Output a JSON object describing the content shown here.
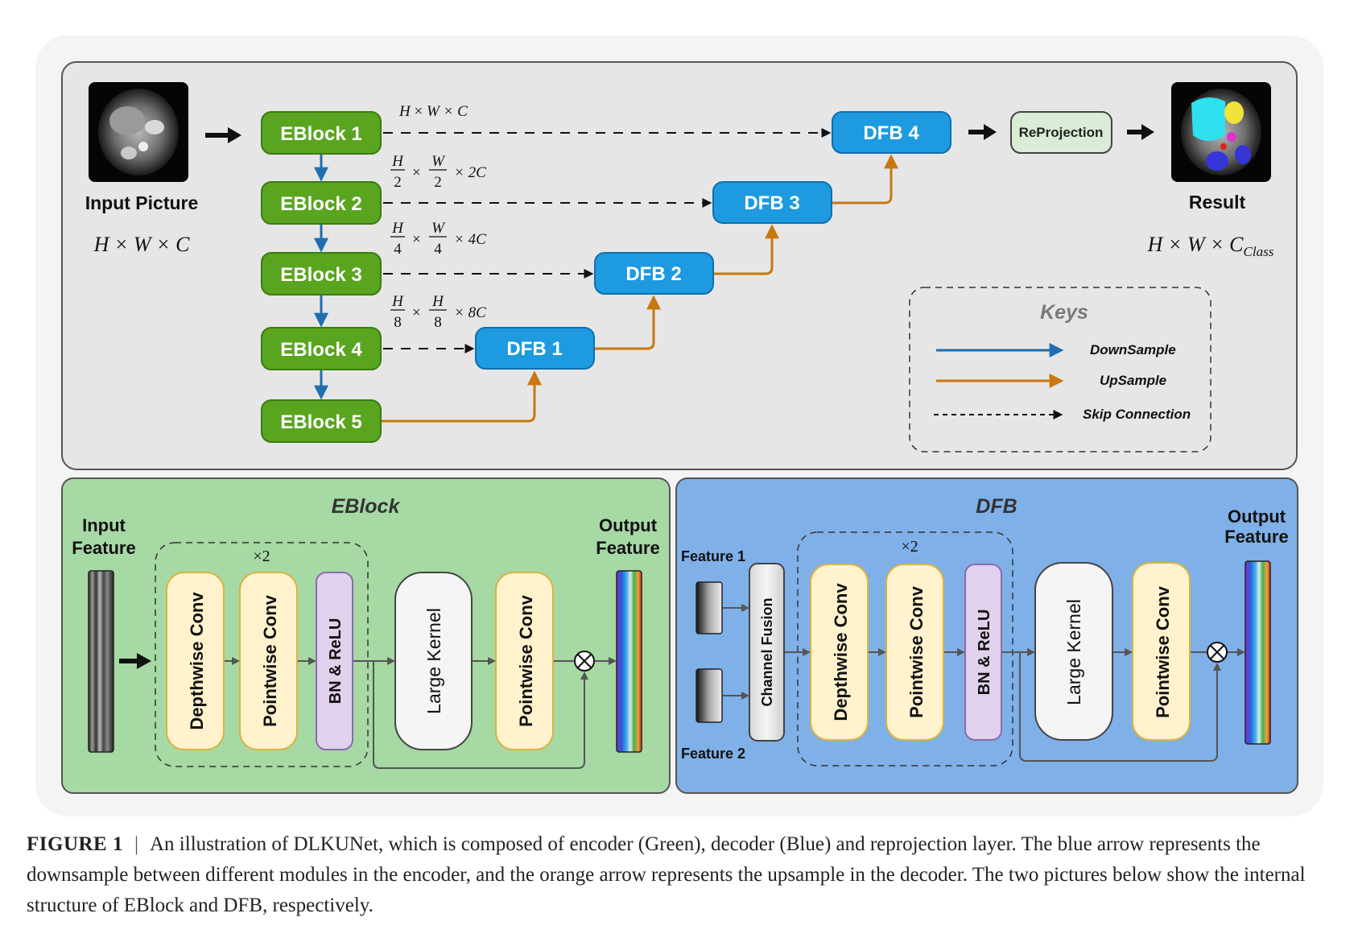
{
  "top": {
    "input_label": "Input Picture",
    "input_dims": "H × W × C",
    "result_label": "Result",
    "result_dims_main": "H × W × C",
    "result_dims_sub": "Class",
    "eblocks": [
      "EBlock 1",
      "EBlock 2",
      "EBlock 3",
      "EBlock 4",
      "EBlock 5"
    ],
    "dfbs": [
      "DFB 4",
      "DFB 3",
      "DFB 2",
      "DFB 1"
    ],
    "reprojection": "ReProjection",
    "skip_labels": [
      {
        "num1": "H",
        "num2": "W",
        "den1": "",
        "den2": "",
        "tail": "× C"
      },
      {
        "num1": "H",
        "num2": "W",
        "den1": "2",
        "den2": "2",
        "tail": "× 2C"
      },
      {
        "num1": "H",
        "num2": "W",
        "den1": "4",
        "den2": "4",
        "tail": "× 4C"
      },
      {
        "num1": "H",
        "num2": "H",
        "den1": "8",
        "den2": "8",
        "tail": "× 8C"
      }
    ],
    "keys": {
      "title": "Keys",
      "downsample": "DownSample",
      "upsample": "UpSample",
      "skip": "Skip Connection"
    }
  },
  "eblock_panel": {
    "title": "EBlock",
    "input_label_1": "Input",
    "input_label_2": "Feature",
    "output_label_1": "Output",
    "output_label_2": "Feature",
    "repeat": "×2",
    "blocks": [
      "Depthwise Conv",
      "Pointwise Conv",
      "BN & ReLU",
      "Large Kernel",
      "Pointwise Conv"
    ]
  },
  "dfb_panel": {
    "title": "DFB",
    "feature1": "Feature 1",
    "feature2": "Feature 2",
    "output_label_1": "Output",
    "output_label_2": "Feature",
    "repeat": "×2",
    "blocks": [
      "Channel Fusion",
      "Depthwise Conv",
      "Pointwise Conv",
      "BN & ReLU",
      "Large Kernel",
      "Pointwise Conv"
    ]
  },
  "caption": {
    "label": "FIGURE 1",
    "separator": "|",
    "text": "An illustration of DLKUNet, which is composed of encoder (Green), decoder (Blue) and reprojection layer. The blue arrow represents the downsample between different modules in the encoder, and the orange arrow represents the upsample in the decoder. The two pictures below show the internal structure of EBlock and DFB, respectively."
  },
  "colors": {
    "encoder_green": "#5aa51f",
    "decoder_blue": "#1d9ae0",
    "downsample_arrow": "#1f6fb0",
    "upsample_arrow": "#c8780f",
    "eblock_panel_bg": "#a6d9a4",
    "dfb_panel_bg": "#7fb0e8",
    "conv_yellow": "#fff2cc",
    "bn_purple": "#e0d1ec",
    "reprojection_bg": "#d9ecd5"
  }
}
